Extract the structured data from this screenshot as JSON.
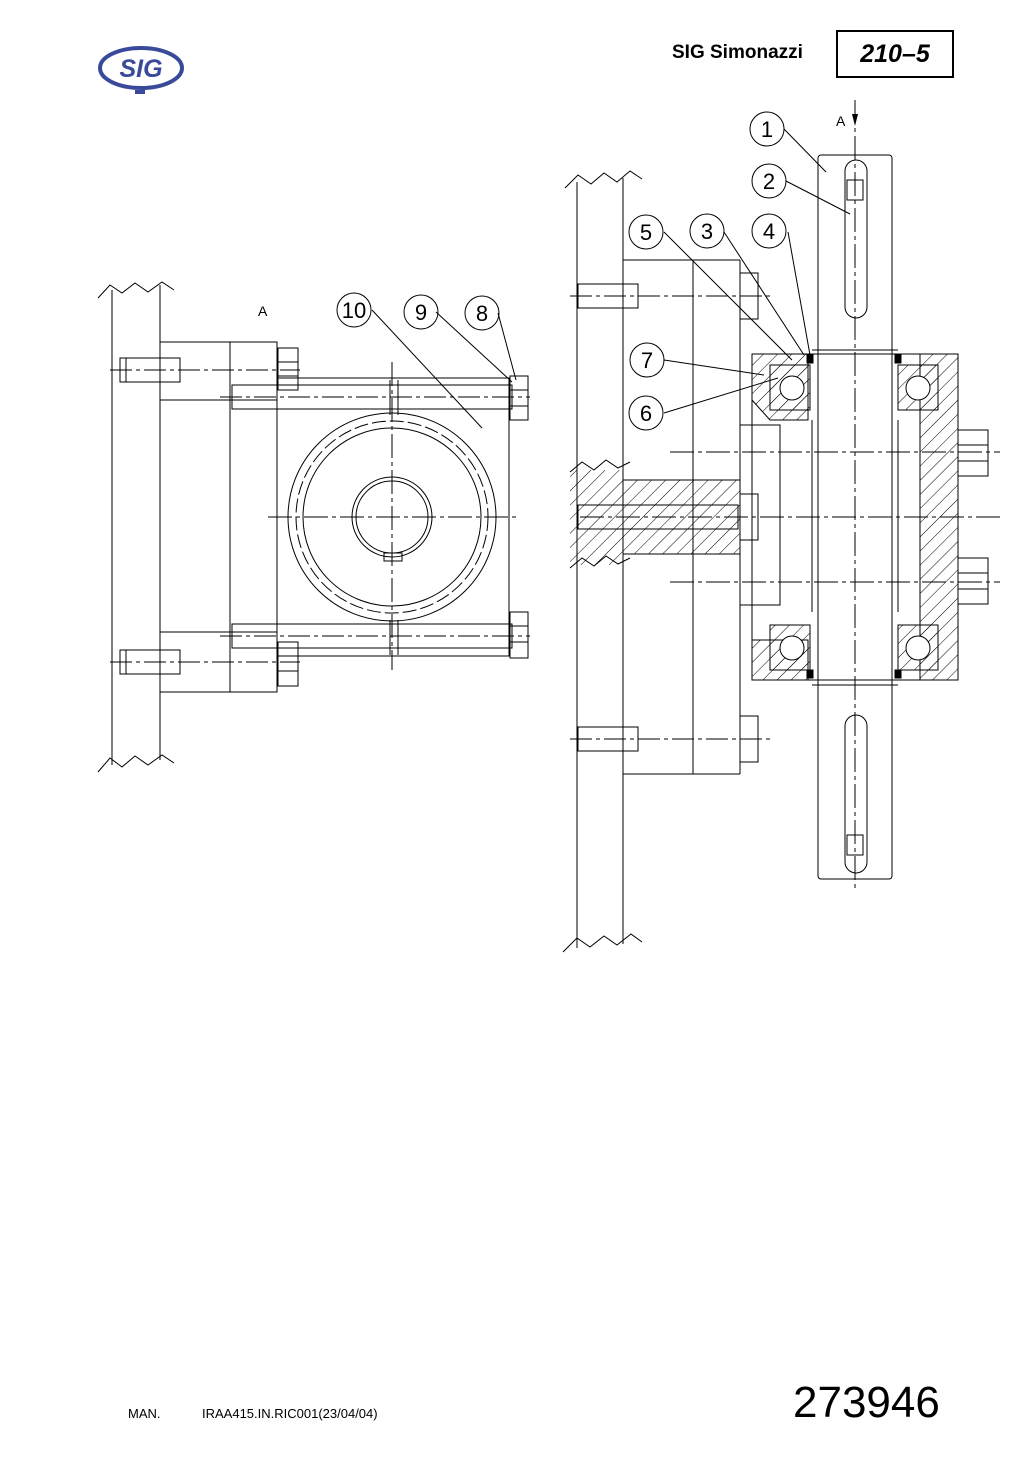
{
  "header": {
    "logo_text": "SIG",
    "company": "SIG Simonazzi",
    "doc_number": "210–5"
  },
  "drawing": {
    "view_labels": [
      "A",
      "A"
    ],
    "callouts": [
      "1",
      "2",
      "3",
      "4",
      "5",
      "6",
      "7",
      "8",
      "9",
      "10"
    ]
  },
  "footer": {
    "man_label": "MAN.",
    "reference": "IRAA415.IN.RIC001(23/04/04)",
    "code": "273946"
  },
  "colors": {
    "logo_blue": "#3a4a9a",
    "line": "#000000"
  }
}
